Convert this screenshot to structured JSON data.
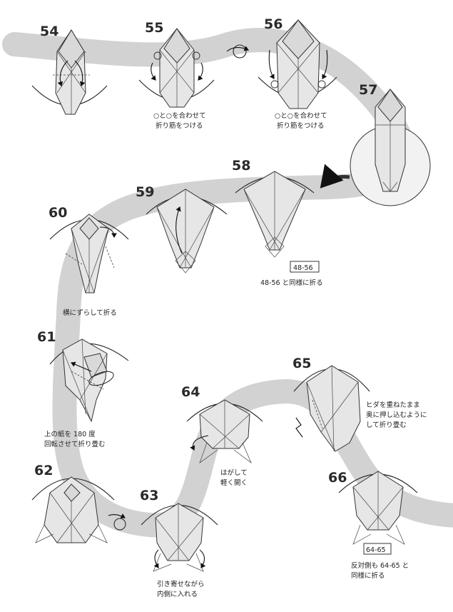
{
  "steps": [
    {
      "number": "54"
    },
    {
      "number": "55",
      "note_lines": [
        "○と○を合わせて",
        "折り筋をつける"
      ]
    },
    {
      "number": "56",
      "note_lines": [
        "○と○を合わせて",
        "折り筋をつける"
      ]
    },
    {
      "number": "57"
    },
    {
      "number": "58",
      "ref_box": "48-56",
      "note_lines": [
        "48-56 と同様に折る"
      ]
    },
    {
      "number": "59"
    },
    {
      "number": "60",
      "note_lines": [
        "横にずらして折る"
      ]
    },
    {
      "number": "61",
      "note_lines": [
        "上の紙を 180 度",
        "回転させて折り畳む"
      ]
    },
    {
      "number": "62"
    },
    {
      "number": "63",
      "note_lines": [
        "引き寄せながら",
        "内側に入れる"
      ]
    },
    {
      "number": "64",
      "note_lines": [
        "はがして",
        "軽く開く"
      ]
    },
    {
      "number": "65",
      "note_lines": [
        "ヒダを重ねたまま",
        "奥に押し込むように",
        "して折り畳む"
      ]
    },
    {
      "number": "66",
      "ref_box": "64-65",
      "note_lines": [
        "反対側も 64-65 と",
        "同様に折る"
      ]
    }
  ],
  "colors": {
    "band": "#d2d2d2",
    "paper": "#e6e6e6",
    "line": "#333333"
  }
}
